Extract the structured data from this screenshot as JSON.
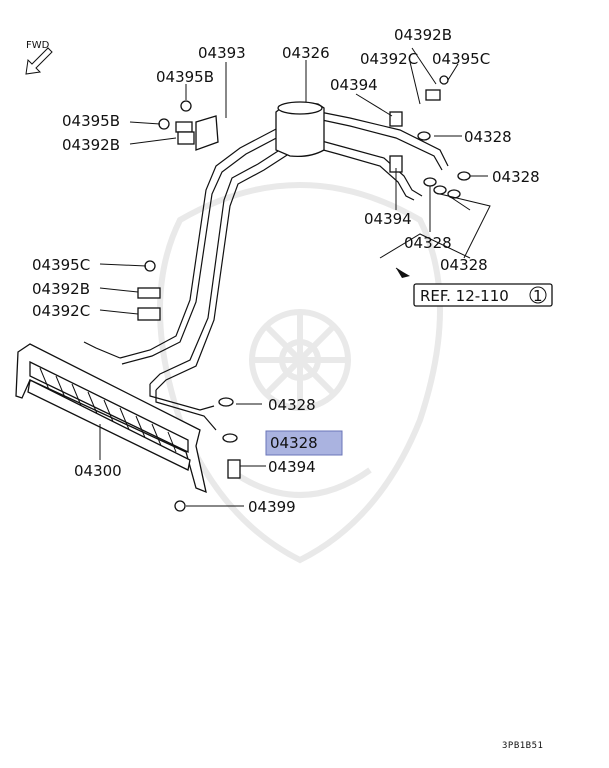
{
  "fwd_label": "FWD",
  "ref_label": "REF. 12-110",
  "ref_circle": "1",
  "drawing_code": "3PB1B51",
  "highlight_color": "#aab3e0",
  "labels": {
    "p04393": "04393",
    "p04326": "04326",
    "p04392b_top": "04392B",
    "p04395b": "04395B",
    "p04392c_top": "04392C",
    "p04395c_top": "04395C",
    "p04394_top": "04394",
    "p04395b_left": "04395B",
    "p04392b_left": "04392B",
    "p04328_r1": "04328",
    "p04328_r2": "04328",
    "p04394_mid": "04394",
    "p04328_r3": "04328",
    "p04328_r4": "04328",
    "p04395c_left": "04395C",
    "p04392b_left2": "04392B",
    "p04392c_left": "04392C",
    "p04328_low1": "04328",
    "p04328_low2": "04328",
    "p04394_low": "04394",
    "p04300": "04300",
    "p04399": "04399"
  }
}
